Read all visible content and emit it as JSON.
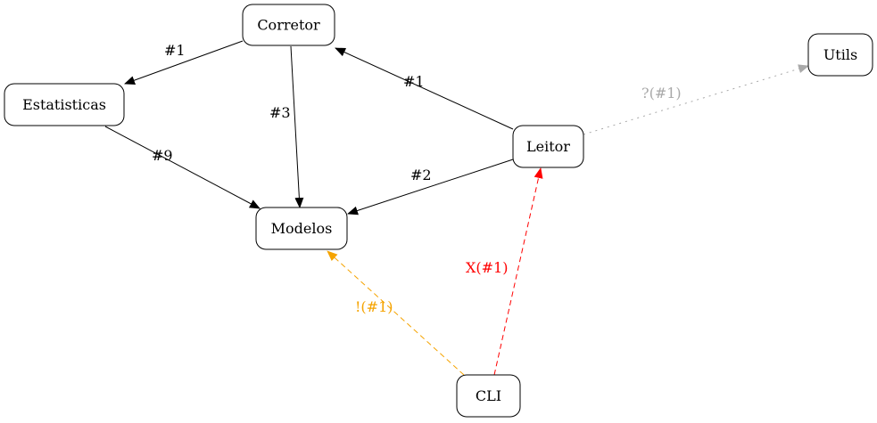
{
  "nodes": {
    "corretor": "Corretor",
    "estatisticas": "Estatisticas",
    "modelos": "Modelos",
    "leitor": "Leitor",
    "utils": "Utils",
    "cli": "CLI"
  },
  "edges": {
    "corretor_estatisticas": "#1",
    "corretor_modelos": "#3",
    "estatisticas_modelos": "#9",
    "leitor_corretor": "#1",
    "leitor_modelos": "#2",
    "leitor_utils": "?(#1)",
    "cli_leitor": "X(#1)",
    "cli_modelos": "!(#1)"
  },
  "colors": {
    "solid": "#000000",
    "red": "#ff0000",
    "orange": "#f5a300",
    "gray": "#a9a9a9"
  }
}
